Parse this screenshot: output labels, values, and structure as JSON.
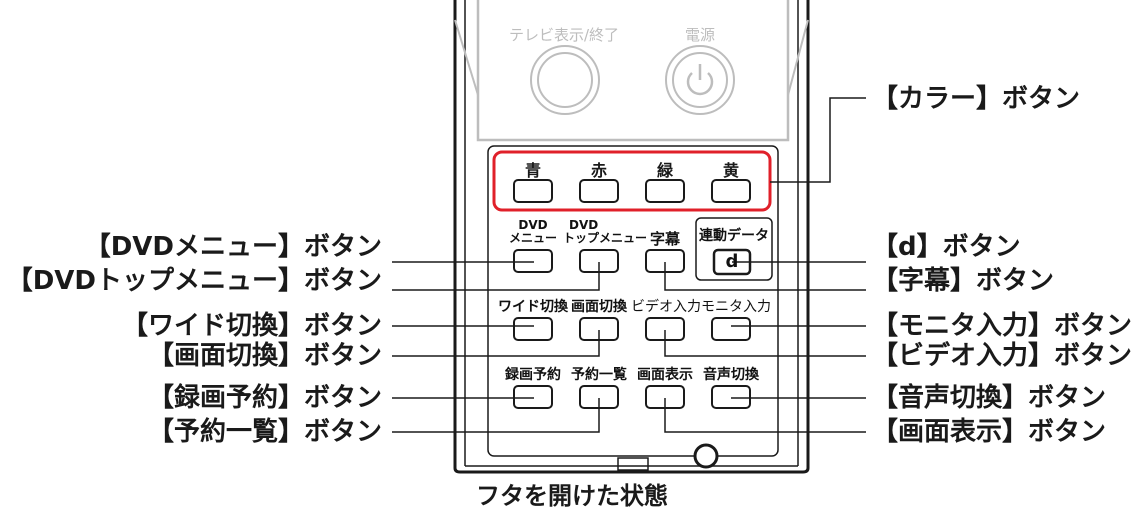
{
  "remote": {
    "top_button_labels": {
      "tv": "テレビ表示/終了",
      "power": "電源"
    },
    "color_button_labels": [
      "青",
      "赤",
      "緑",
      "黄"
    ],
    "row1_labels": {
      "dvd_menu_1": "DVD",
      "dvd_menu_2": "メニュー",
      "dvd_top_1": "DVD",
      "dvd_top_2": "トップメニュー",
      "subtitle": "字幕",
      "linked_data": "連動データ",
      "d_key": "d"
    },
    "row2_labels": {
      "wide": "ワイド切換",
      "screen_switch": "画面切換",
      "video_input": "ビデオ入力",
      "monitor_input": "モニタ入力"
    },
    "row3_labels": {
      "record": "録画予約",
      "schedule_list": "予約一覧",
      "screen_display": "画面表示",
      "audio_switch": "音声切換"
    }
  },
  "callouts": {
    "color": "【カラー】ボタン",
    "dvd_menu": "【DVDメニュー】ボタン",
    "dvd_top_menu": "【DVDトップメニュー】ボタン",
    "wide": "【ワイド切換】ボタン",
    "screen_switch": "【画面切換】ボタン",
    "record": "【録画予約】ボタン",
    "schedule_list": "【予約一覧】ボタン",
    "d": "【d】ボタン",
    "subtitle": "【字幕】ボタン",
    "monitor_input": "【モニタ入力】ボタン",
    "video_input": "【ビデオ入力】ボタン",
    "audio_switch": "【音声切換】ボタン",
    "screen_display": "【画面表示】ボタン"
  },
  "caption": "フタを開けた状態",
  "colors": {
    "highlight": "#e0202a",
    "body_line": "#1a1a1a",
    "lid_gray": "#bdbdbd"
  }
}
